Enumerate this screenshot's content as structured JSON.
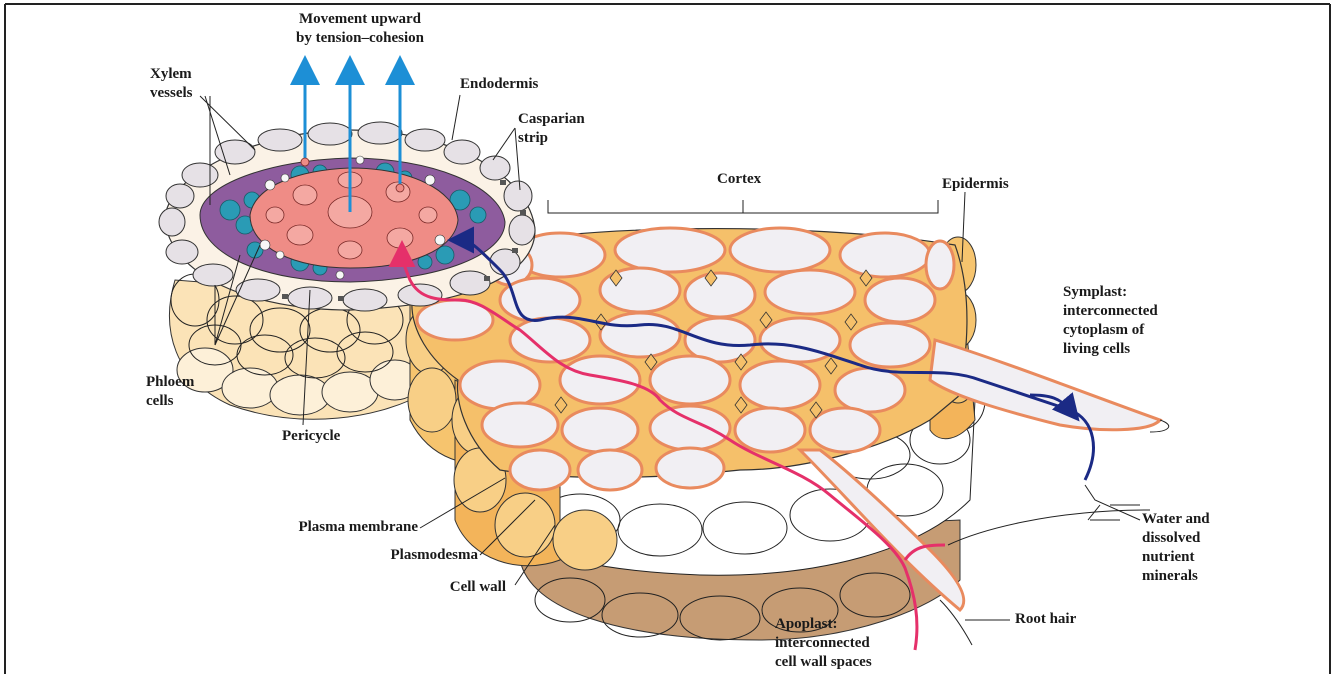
{
  "labels": {
    "movement": "Movement upward\nby tension–cohesion",
    "xylem": "Xylem\nvessels",
    "endodermis": "Endodermis",
    "casparian": "Casparian\nstrip",
    "cortex": "Cortex",
    "epidermis": "Epidermis",
    "symplast": "Symplast:\ninterconnected\ncytoplasm of\nliving cells",
    "phloem": "Phloem\ncells",
    "pericycle": "Pericycle",
    "plasma_membrane": "Plasma membrane",
    "plasmodesma": "Plasmodesma",
    "cell_wall": "Cell wall",
    "water": "Water and\ndissolved\nnutrient\nminerals",
    "root_hair": "Root hair",
    "apoplast": "Apoplast:\ninterconnected\ncell wall spaces"
  },
  "colors": {
    "cortex_fill": "#f6c46e",
    "cell_interior": "#f0eff2",
    "cell_wall": "#e98a5e",
    "xylem_pink": "#ef8c86",
    "endodermis_purple": "#8e5c9e",
    "phloem_teal": "#2a9bb5",
    "upward_arrow": "#1d8fd6",
    "symplast_path": "#1b2a85",
    "apoplast_path": "#e5306a",
    "outline": "#222222",
    "lower_brown": "#c8a07a"
  },
  "icons": {
    "upward_arrows": "arrow-up-icon",
    "pathway_arrows": "curved-arrow-icon"
  }
}
